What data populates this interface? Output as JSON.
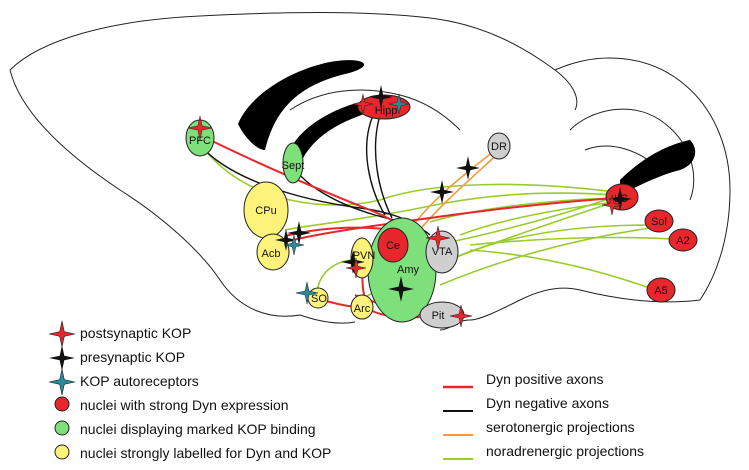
{
  "nuclei": {
    "hipp": "Hipp",
    "pfc": "PFC",
    "sept": "Sept",
    "dr": "DR",
    "lc": "LC",
    "cpu": "CPu",
    "acb": "Acb",
    "pvn": "PVN",
    "ce": "Ce",
    "amy": "Amy",
    "vta": "VTA",
    "sol": "Sol",
    "a2": "A2",
    "a5": "A5",
    "so": "SO",
    "arc": "Arc",
    "pit": "Pit"
  },
  "legend_left": [
    {
      "label": "postsynaptic KOP",
      "icon": "red-star-icon"
    },
    {
      "label": "presynaptic KOP",
      "icon": "black-star-icon"
    },
    {
      "label": "KOP autoreceptors",
      "icon": "teal-star-icon"
    },
    {
      "label": "nuclei with strong Dyn expression",
      "icon": "red-circle-icon"
    },
    {
      "label": "nuclei displaying marked KOP binding",
      "icon": "green-circle-icon"
    },
    {
      "label": "nuclei strongly labelled for Dyn and KOP",
      "icon": "yellow-circle-icon"
    }
  ],
  "legend_right": [
    {
      "label": "Dyn positive axons",
      "color": "#e8262b"
    },
    {
      "label": "Dyn negative axons",
      "color": "#111111"
    },
    {
      "label": "serotonergic projections",
      "color": "#f39a3a"
    },
    {
      "label": "noradrenergic projections",
      "color": "#9acb2d"
    }
  ],
  "colors": {
    "red": "#e8262b",
    "green": "#7ee07a",
    "yellow": "#fef37a",
    "grey": "#cfcfcf",
    "teal": "#2a8a9a",
    "orange": "#f39a3a",
    "lime": "#9acb2d"
  }
}
